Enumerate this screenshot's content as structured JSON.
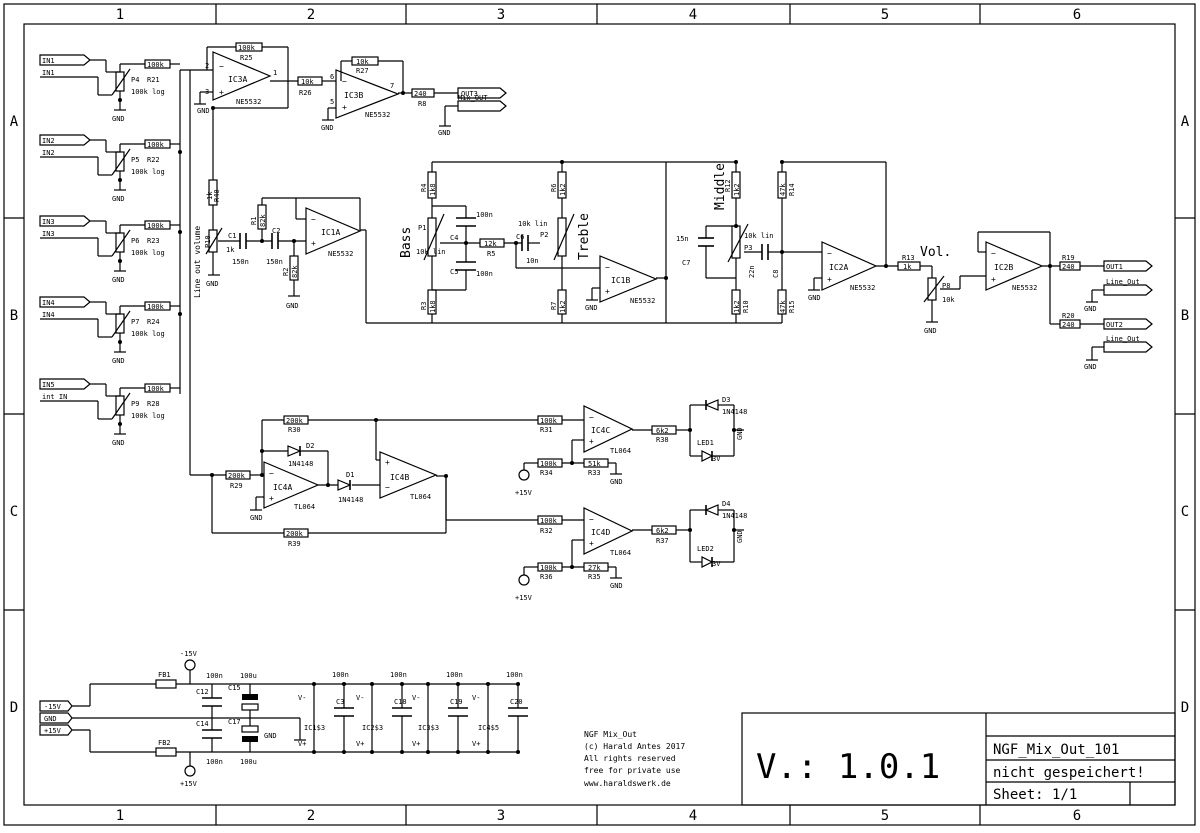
{
  "frame": {
    "columns": [
      "1",
      "2",
      "3",
      "4",
      "5",
      "6"
    ],
    "rows": [
      "A",
      "B",
      "C",
      "D"
    ]
  },
  "inputs": [
    {
      "port": "IN1",
      "net": "IN1",
      "pot": "P4",
      "res": "R21",
      "rval": "100k",
      "taper": "100k log"
    },
    {
      "port": "IN2",
      "net": "IN2",
      "pot": "P5",
      "res": "R22",
      "rval": "100k",
      "taper": "100k log"
    },
    {
      "port": "IN3",
      "net": "IN3",
      "pot": "P6",
      "res": "R23",
      "rval": "100k",
      "taper": "100k log"
    },
    {
      "port": "IN4",
      "net": "IN4",
      "pot": "P7",
      "res": "R24",
      "rval": "100k",
      "taper": "100k log"
    },
    {
      "port": "IN5",
      "net": "int_IN",
      "pot": "P9",
      "res": "R28",
      "rval": "100k",
      "taper": "100k log"
    }
  ],
  "gnd": "GND",
  "vpos": "+15V",
  "vneg": "-15V",
  "mixer": {
    "ic3a": "IC3A",
    "ic3b": "IC3B",
    "op": "NE5532",
    "r25": "R25",
    "r25v": "100k",
    "r26": "R26",
    "r26v": "10k",
    "r27": "R27",
    "r27v": "10k",
    "r8": "R8",
    "r8v": "240",
    "out3": "OUT3",
    "mixout": "Mix_OUT",
    "pins": [
      "2",
      "3",
      "1",
      "6",
      "5",
      "7"
    ]
  },
  "tone": {
    "r40": "R40",
    "r40v": "1k",
    "line_vol": "Line out volume",
    "p10": "P10",
    "p10v": "1k",
    "c1": "C1",
    "c1v": "150n",
    "c2": "C2",
    "c2v": "150n",
    "r1": "R1",
    "r1v": "82k",
    "r2": "R2",
    "r2v": "82k",
    "ic1a": "IC1A",
    "ic1b": "IC1B",
    "op": "NE5532",
    "bass": "Bass",
    "treble": "Treble",
    "middle": "Middle",
    "p1": "P1",
    "p1v": "10k lin",
    "p2": "P2",
    "p2v": "10k lin",
    "p3": "P3",
    "p3v": "10k lin",
    "r4": "R4",
    "r4v": "1k8",
    "r3": "R3",
    "r3v": "1k8",
    "r6": "R6",
    "r6v": "1k2",
    "r7": "R7",
    "r7v": "1k2",
    "c4": "C4",
    "c4v": "100n",
    "c5": "C5",
    "c5v": "100n",
    "c6": "C6",
    "c6v": "10n",
    "r5": "R5",
    "r5v": "12k",
    "c7": "C7",
    "c7v": "15n",
    "c8": "C8",
    "c8v": "22n",
    "r12": "R12",
    "r12v": "1k2",
    "r10": "R10",
    "r10v": "1k2",
    "r14": "R14",
    "r14v": "47k",
    "r15": "R15",
    "r15v": "47k"
  },
  "output": {
    "ic2a": "IC2A",
    "ic2b": "IC2B",
    "op": "NE5532",
    "r13": "R13",
    "r13v": "1k",
    "vol": "Vol.",
    "p8": "P8",
    "p8v": "10k",
    "r19": "R19",
    "r19v": "240",
    "r20": "R20",
    "r20v": "240",
    "out1": "OUT1",
    "out2": "OUT2",
    "lineout": "Line_Out"
  },
  "meter": {
    "ic4a": "IC4A",
    "ic4b": "IC4B",
    "ic4c": "IC4C",
    "ic4d": "IC4D",
    "op": "TL064",
    "r30": "R30",
    "r30v": "200k",
    "r29": "R29",
    "r29v": "200k",
    "r39": "R39",
    "r39v": "200k",
    "d1": "D1",
    "d2": "D2",
    "diode": "1N4148",
    "r31": "R31",
    "r31v": "100k",
    "r32": "R32",
    "r32v": "100k",
    "r34": "R34",
    "r34v": "100k",
    "r36": "R36",
    "r36v": "100k",
    "r33": "R33",
    "r33v": "51k",
    "r35": "R35",
    "r35v": "27k",
    "r38": "R38",
    "r38v": "6k2",
    "r37": "R37",
    "r37v": "6k2",
    "d3": "D3",
    "d4": "D4",
    "led1": "LED1",
    "led2": "LED2",
    "led_v": "3V"
  },
  "power": {
    "fb1": "FB1",
    "fb2": "FB2",
    "c12": "C12",
    "c14": "C14",
    "c15": "C15",
    "c17": "C17",
    "c3": "C3",
    "c18": "C18",
    "c19": "C19",
    "c20": "C20",
    "v100n": "100n",
    "v100u": "100u",
    "ic1": "IC1$3",
    "ic2": "IC2$3",
    "ic3": "IC3$3",
    "ic4": "IC4$5",
    "vm": "V-",
    "vp": "V+",
    "pm15": "-15V",
    "pp15": "+15V",
    "pgnd": "GND"
  },
  "note": {
    "l1": "NGF Mix_Out",
    "l2": "(c) Harald Antes 2017",
    "l3": "All rights reserved",
    "l4": "free for private use",
    "l5": "www.haraldswerk.de"
  },
  "title_block": {
    "version": "V.: 1.0.1",
    "name": "NGF_Mix_Out_101",
    "status": "nicht gespeichert!",
    "sheet": "Sheet: 1/1"
  }
}
